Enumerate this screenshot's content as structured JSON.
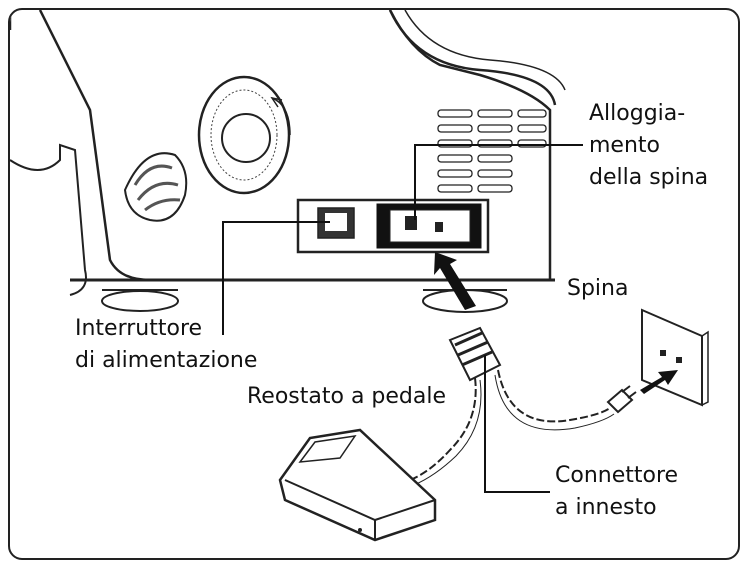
{
  "labels": {
    "housing": [
      "Alloggia-",
      "mento",
      "della spina"
    ],
    "plug": "Spina",
    "switch": [
      "Interruttore",
      "di alimentazione"
    ],
    "pedal": "Reostato a pedale",
    "connector": [
      "Connettore",
      "a innesto"
    ]
  }
}
